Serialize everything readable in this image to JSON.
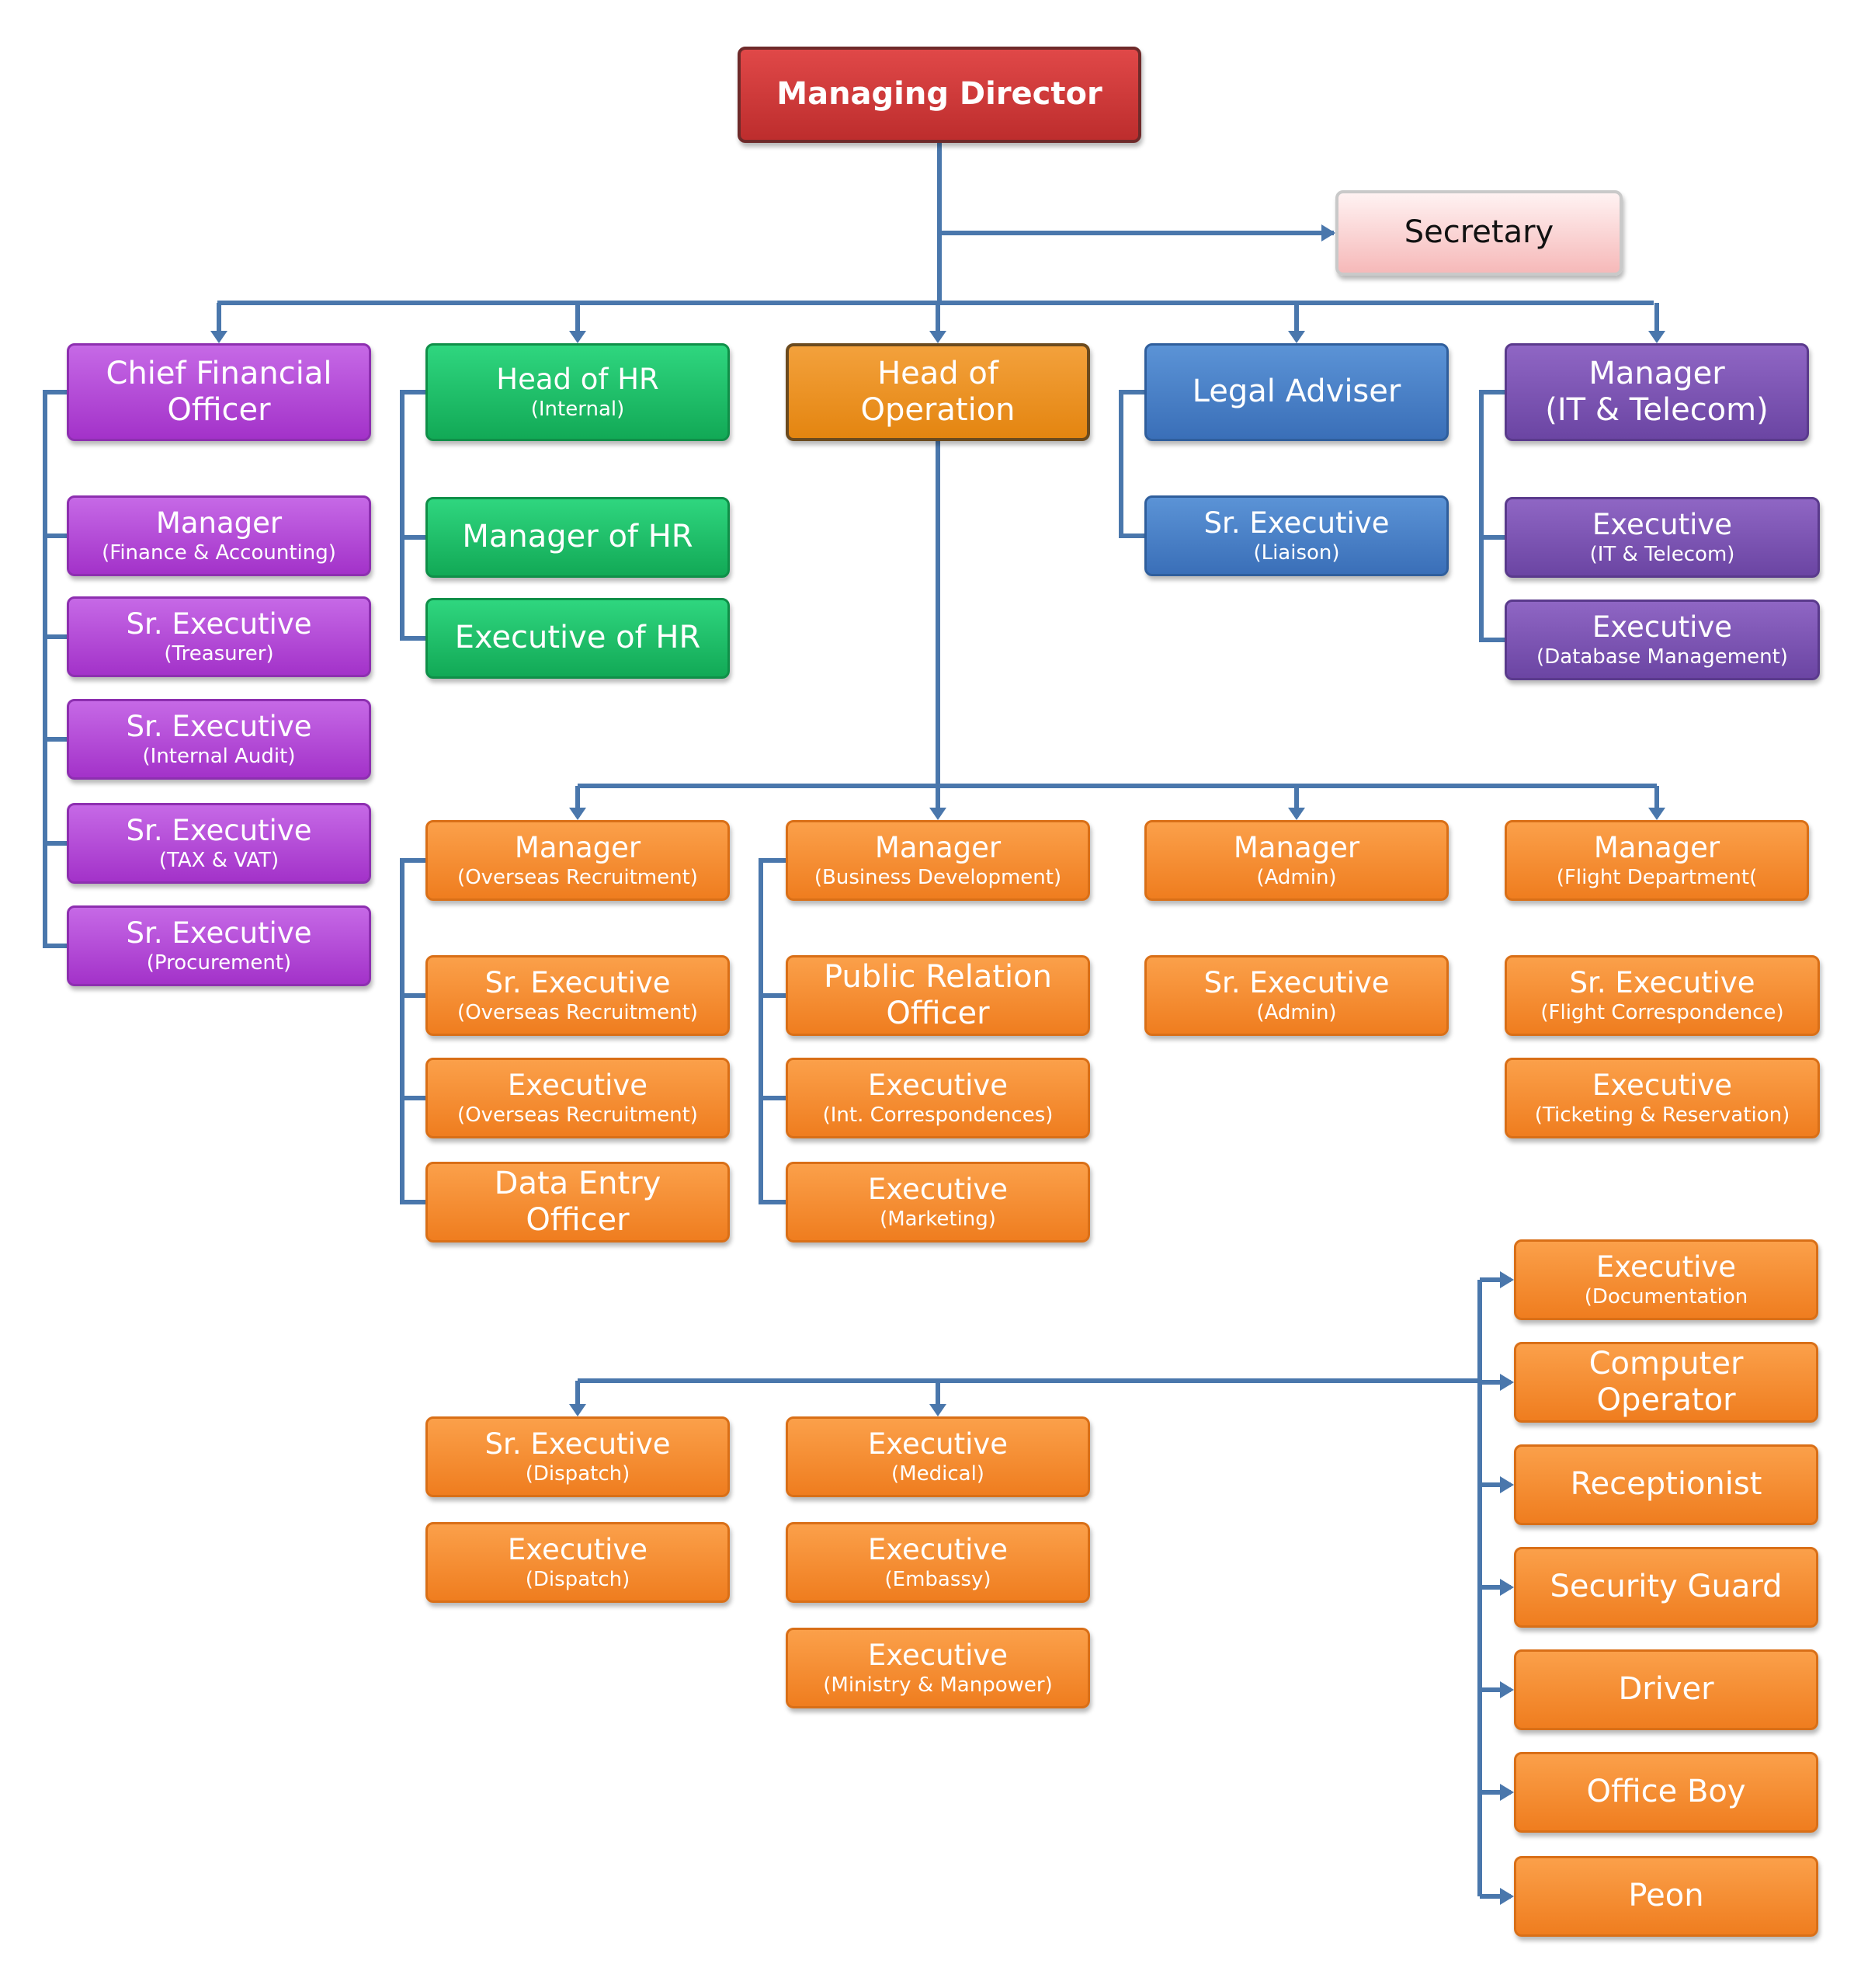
{
  "colors": {
    "connector": "#4a77ac",
    "managing_director": "#c93535",
    "secretary": "#f6c2c2",
    "finance": "#b548d8",
    "hr": "#19bf68",
    "operation_head": "#e88d18",
    "legal": "#4a80c6",
    "it_telecom": "#7a52b2",
    "operation_staff": "#f58b2c"
  },
  "top": {
    "managing_director": "Managing Director",
    "secretary": "Secretary"
  },
  "finance": {
    "head": {
      "l1": "Chief Financial",
      "l2": "Officer"
    },
    "staff": [
      {
        "l1": "Manager",
        "l2": "(Finance & Accounting)"
      },
      {
        "l1": "Sr. Executive",
        "l2": "(Treasurer)"
      },
      {
        "l1": "Sr. Executive",
        "l2": "(Internal Audit)"
      },
      {
        "l1": "Sr. Executive",
        "l2": "(TAX & VAT)"
      },
      {
        "l1": "Sr. Executive",
        "l2": "(Procurement)"
      }
    ]
  },
  "hr": {
    "head": {
      "l1": "Head of HR",
      "l2": "(Internal)"
    },
    "staff": [
      {
        "l1": "Manager of HR"
      },
      {
        "l1": "Executive of HR"
      }
    ]
  },
  "operation": {
    "head": {
      "l1": "Head of",
      "l2": "Operation"
    },
    "managers": [
      {
        "l1": "Manager",
        "l2": "(Overseas Recruitment)"
      },
      {
        "l1": "Manager",
        "l2": "(Business Development)"
      },
      {
        "l1": "Manager",
        "l2": "(Admin)"
      },
      {
        "l1": "Manager",
        "l2": "(Flight Department("
      }
    ],
    "overseas_staff": [
      {
        "l1": "Sr. Executive",
        "l2": "(Overseas Recruitment)"
      },
      {
        "l1": "Executive",
        "l2": "(Overseas Recruitment)"
      },
      {
        "l1": "Data Entry",
        "l2": "Officer"
      }
    ],
    "business_staff": [
      {
        "l1": "Public Relation",
        "l2": "Officer"
      },
      {
        "l1": "Executive",
        "l2": "(Int. Correspondences)"
      },
      {
        "l1": "Executive",
        "l2": "(Marketing)"
      }
    ],
    "admin_staff": [
      {
        "l1": "Sr. Executive",
        "l2": "(Admin)"
      }
    ],
    "flight_staff": [
      {
        "l1": "Sr. Executive",
        "l2": "(Flight Correspondence)"
      },
      {
        "l1": "Executive",
        "l2": "(Ticketing & Reservation)"
      }
    ],
    "dispatch_staff": [
      {
        "l1": "Sr. Executive",
        "l2": "(Dispatch)"
      },
      {
        "l1": "Executive",
        "l2": "(Dispatch)"
      }
    ],
    "processing_staff": [
      {
        "l1": "Executive",
        "l2": "(Medical)"
      },
      {
        "l1": "Executive",
        "l2": "(Embassy)"
      },
      {
        "l1": "Executive",
        "l2": "(Ministry & Manpower)"
      }
    ],
    "support_staff": [
      {
        "l1": "Executive",
        "l2": "(Documentation"
      },
      {
        "l1": "Computer",
        "l2": "Operator"
      },
      {
        "l1": "Receptionist"
      },
      {
        "l1": "Security Guard"
      },
      {
        "l1": "Driver"
      },
      {
        "l1": "Office Boy"
      },
      {
        "l1": "Peon"
      }
    ]
  },
  "legal": {
    "head": {
      "l1": "Legal Adviser"
    },
    "staff": [
      {
        "l1": "Sr. Executive",
        "l2": "(Liaison)"
      }
    ]
  },
  "it": {
    "head": {
      "l1": "Manager",
      "l2": "(IT & Telecom)"
    },
    "staff": [
      {
        "l1": "Executive",
        "l2": "(IT & Telecom)"
      },
      {
        "l1": "Executive",
        "l2": "(Database Management)"
      }
    ]
  }
}
